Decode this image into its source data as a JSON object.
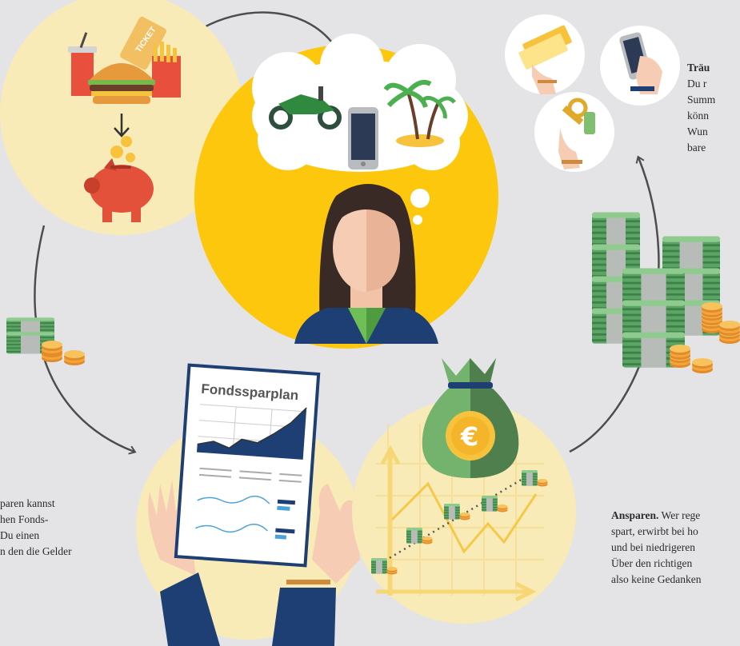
{
  "document_title": "Fondssparplan",
  "ticket_text": "TICKET",
  "currency_symbol": "€",
  "texts": {
    "top_right": {
      "heading": "Träu",
      "lines": [
        "Du r",
        "Summ",
        "könn",
        "Wun",
        "bare"
      ]
    },
    "bottom_left": {
      "lines": [
        "paren kannst",
        "hen Fonds-",
        "Du einen",
        "n den die Gelder"
      ]
    },
    "bottom_right": {
      "heading": "Ansparen.",
      "lines": [
        "Wer rege",
        "spart, erwirbt bei ho",
        "und bei niedrigeren",
        "Über den richtigen",
        "also keine Gedanken"
      ]
    }
  },
  "colors": {
    "background": "#e4e4e6",
    "cream_circle": "#f8ebb7",
    "yellow_circle": "#fdc70d",
    "cash_green": "#5aa464",
    "coin_gold": "#f2a73b",
    "piggy_red": "#e4513a",
    "chart_navy": "#1d3f73",
    "bag_green": "#73b36d",
    "arrow_gray": "#4d4d4d"
  }
}
